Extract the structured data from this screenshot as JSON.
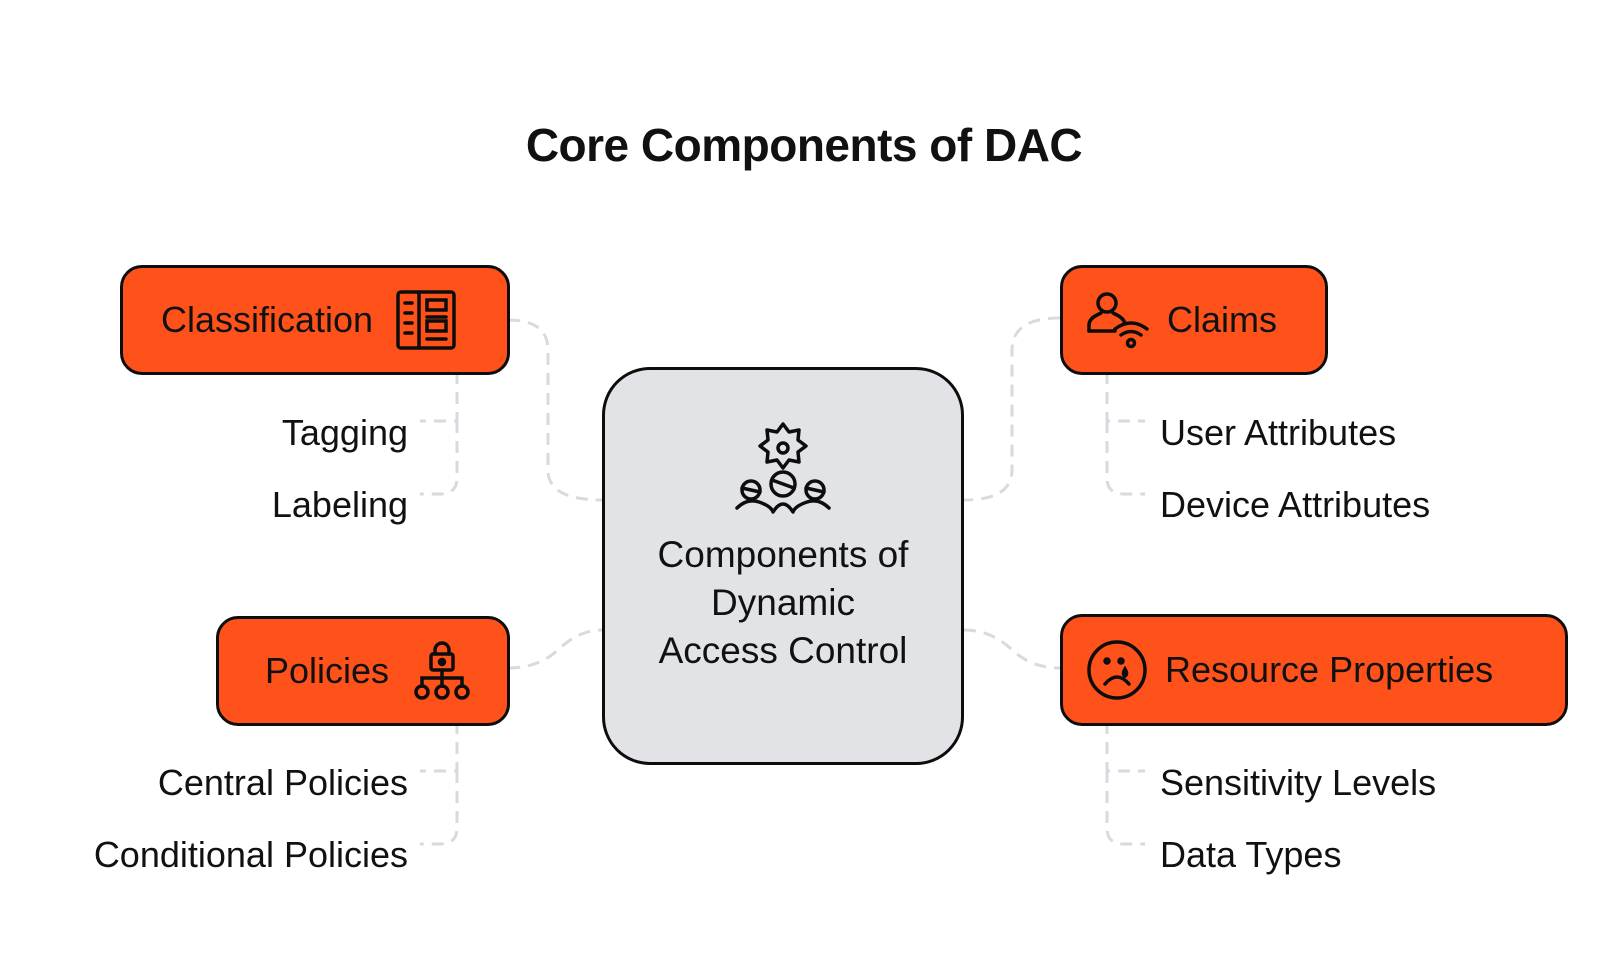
{
  "title": "Core Components of DAC",
  "center": {
    "label": "Components of Dynamic Access Control",
    "icon": "gear-group-icon"
  },
  "components": [
    {
      "id": "classification",
      "label": "Classification",
      "icon": "document-columns-icon",
      "side": "left",
      "children": [
        "Tagging",
        "Labeling"
      ]
    },
    {
      "id": "claims",
      "label": "Claims",
      "icon": "user-wifi-icon",
      "side": "right",
      "children": [
        "User Attributes",
        "Device Attributes"
      ]
    },
    {
      "id": "policies",
      "label": "Policies",
      "icon": "lock-hierarchy-icon",
      "side": "left",
      "children": [
        "Central Policies",
        "Conditional Policies"
      ]
    },
    {
      "id": "resource-properties",
      "label": "Resource Properties",
      "icon": "sad-tear-face-icon",
      "side": "right",
      "children": [
        "Sensitivity Levels",
        "Data Types"
      ]
    }
  ],
  "colors": {
    "accent": "#FF521B",
    "center_fill": "#E2E3E7",
    "outline": "#0D0D0D",
    "connector": "#D9DAE0"
  }
}
